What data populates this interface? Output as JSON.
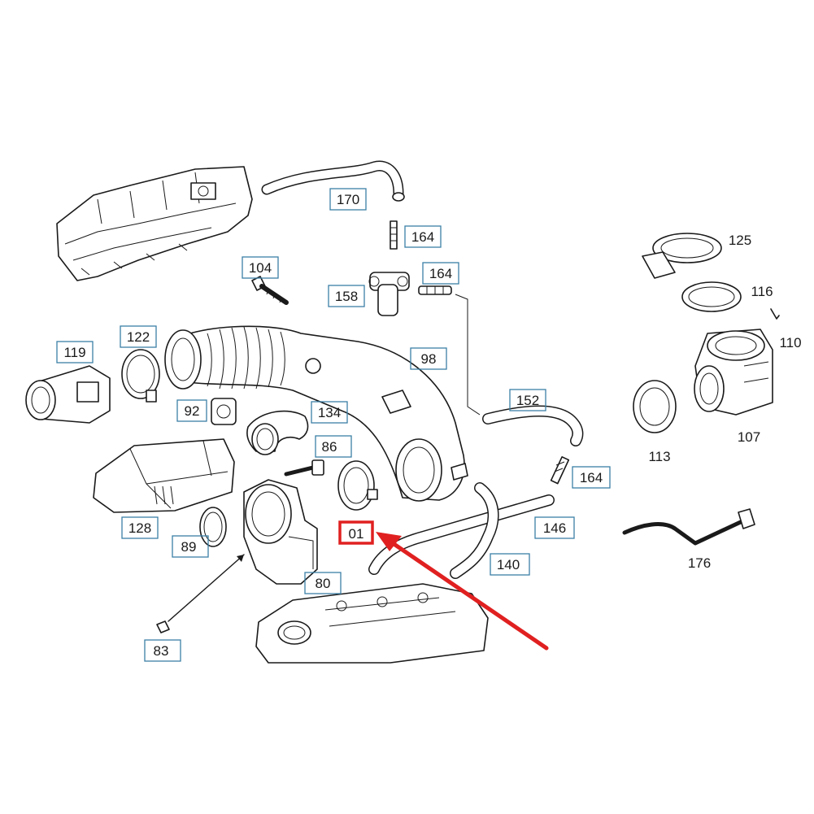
{
  "diagram": {
    "colors": {
      "label_box": "#3b7fa6",
      "highlight": "#e02020",
      "line_art": "#1a1a1a",
      "panel_background": "#ffffff"
    },
    "highlighted_part": "01",
    "labels": {
      "p170": "170",
      "p164a": "164",
      "p104": "104",
      "p164b": "164",
      "p158": "158",
      "p125": "125",
      "p116": "116",
      "p110": "110",
      "p119": "119",
      "p122": "122",
      "p98": "98",
      "p152": "152",
      "p92": "92",
      "p134": "134",
      "p107": "107",
      "p113": "113",
      "p86": "86",
      "p164c": "164",
      "p128": "128",
      "p01": "01",
      "p146": "146",
      "p89": "89",
      "p176": "176",
      "p140": "140",
      "p80": "80",
      "p83": "83"
    }
  }
}
